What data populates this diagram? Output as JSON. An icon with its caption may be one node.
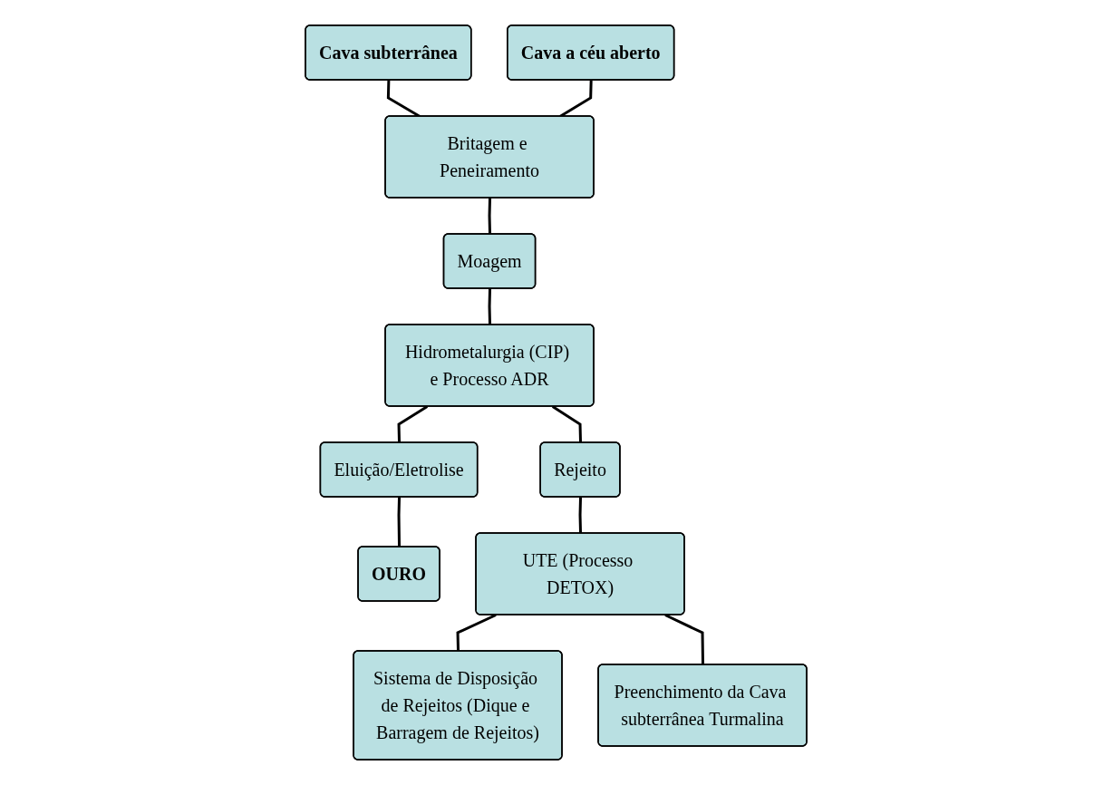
{
  "diagram": {
    "nodes": [
      {
        "text": [
          "Cava subterrânea"
        ]
      },
      {
        "text": [
          "Cava a céu aberto"
        ]
      },
      {
        "text": [
          "Britagem e Peneiramento"
        ]
      },
      {
        "text": [
          "Moagem"
        ]
      },
      {
        "text": [
          "OURO"
        ]
      },
      {
        "text": [
          "Hidrometalurgia (CIP) e Processo ADR"
        ]
      },
      {
        "text": [
          "Eluição/Eletrolise"
        ]
      },
      {
        "text": [
          "Rejeito"
        ]
      },
      {
        "text": [
          "Preenchimento da Cava subterrânea Turmalina"
        ]
      },
      {
        "text": [
          "UTE (Processo DETOX)"
        ]
      },
      {
        "text": [
          "Sistema de Disposição de Rejeitos (Dique e Barragem de Rejeitos)"
        ]
      }
    ],
    "edges": [
      {
        "from": 0,
        "to": 2,
        "arrow": "none"
      },
      {
        "from": 1,
        "to": 2,
        "arrow": "none"
      },
      {
        "from": 2,
        "to": 3,
        "arrow": "none"
      },
      {
        "from": 3,
        "to": 5,
        "arrow": "none"
      },
      {
        "from": 5,
        "to": 6,
        "arrow": "none"
      },
      {
        "from": 6,
        "to": 4,
        "arrow": "none"
      },
      {
        "from": 5,
        "to": 7,
        "arrow": "none"
      },
      {
        "from": 7,
        "to": 9,
        "arrow": "none"
      },
      {
        "from": 9,
        "to": 10,
        "arrow": "none"
      },
      {
        "from": 9,
        "to": 8,
        "arrow": "none"
      }
    ]
  }
}
